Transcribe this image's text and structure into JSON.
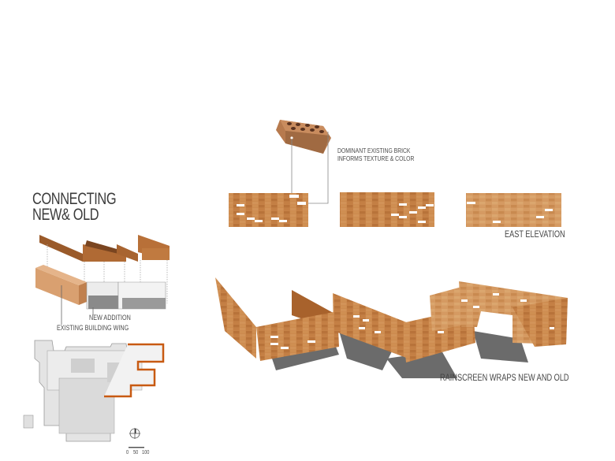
{
  "title": {
    "line1": "CONNECTING",
    "line2": "NEW& OLD"
  },
  "axon_labels": {
    "new_addition": "NEW ADDITION",
    "existing_wing": "EXISTING BUILDING WING"
  },
  "brick_callout": {
    "line1": "DOMINANT EXISTING BRICK",
    "line2": "INFORMS TEXTURE & COLOR"
  },
  "elevation_label": "EAST ELEVATION",
  "rainscreen_label": "RAINSCREEN WRAPS NEW AND OLD",
  "scale_bar": {
    "ticks": [
      "0",
      "50",
      "100"
    ]
  },
  "colors": {
    "brick": "#c07a3e",
    "brick_light": "#d49a60",
    "brick_dark": "#a5622c",
    "highlight_outline": "#c85a12",
    "shadow": "#6b6b6b"
  }
}
